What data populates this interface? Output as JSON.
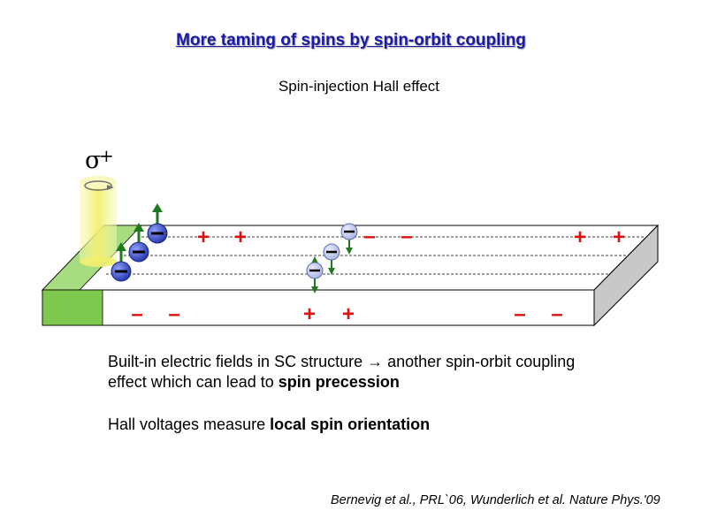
{
  "slide": {
    "title": "More taming of spins by spin-orbit coupling",
    "subtitle": "Spin-injection Hall effect"
  },
  "diagram": {
    "polarization_symbol": "σ",
    "polarization_superscript": "+",
    "charge_plus": "+",
    "charge_minus": "–",
    "electron_symbol": "–"
  },
  "bullets": {
    "b1_part1": "Built-in electric fields in SC structure ",
    "b1_arrow": "→",
    "b1_part2": " another spin-orbit coupling effect which can lead to ",
    "b1_bold": "spin precession",
    "b2_part1": "Hall voltages measure ",
    "b2_bold": "local spin orientation"
  },
  "reference": "Bernevig et al., PRL`06, Wunderlich et al. Nature Phys.'09",
  "colors": {
    "title": "#1a1aa8",
    "plus": "#dd1111",
    "minus": "#dd1111",
    "electron_fill": "#3a4fc8",
    "spin_arrow": "#1f7a1f",
    "green_face": "#7ec850",
    "laser_beam": "#f2f28a"
  }
}
